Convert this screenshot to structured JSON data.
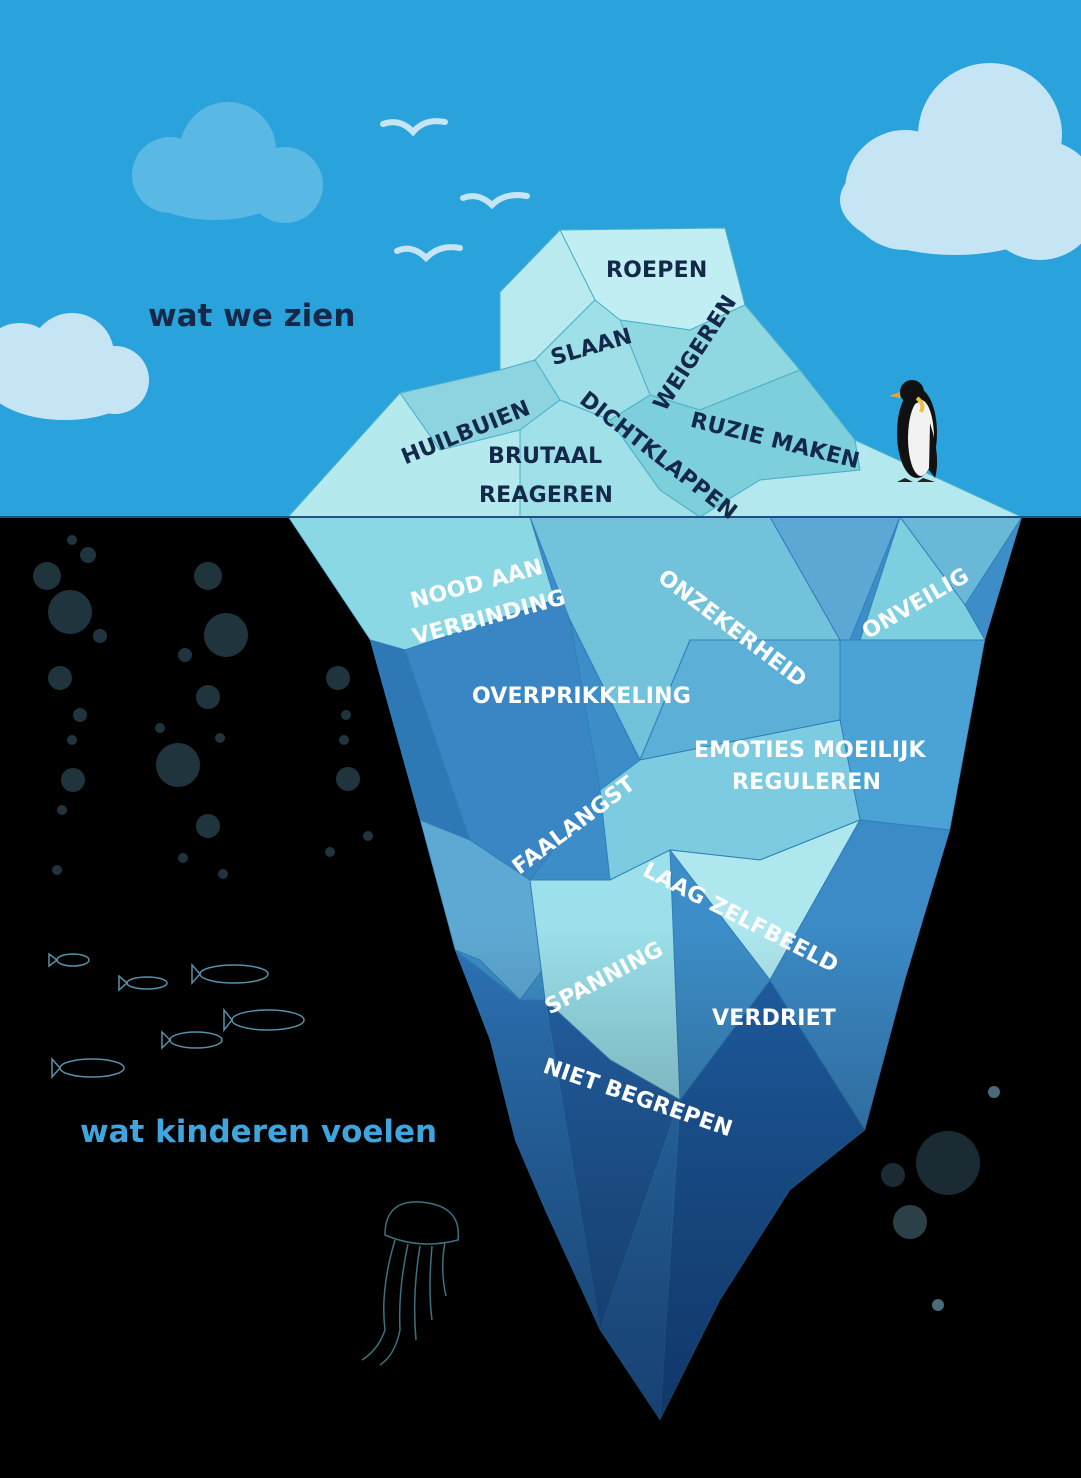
{
  "headings": {
    "above": "wat we zien",
    "below": "wat kinderen voelen"
  },
  "above_water": {
    "labels": [
      "ROEPEN",
      "SLAAN",
      "WEIGEREN",
      "HUILBUIEN",
      "DICHTKLAPPEN",
      "RUZIE MAKEN",
      "BRUTAAL",
      "REAGEREN"
    ]
  },
  "below_water": {
    "labels": [
      "NOOD AAN",
      "VERBINDING",
      "ONZEKERHEID",
      "ONVEILIG",
      "OVERPRIKKELING",
      "EMOTIES MOEILIJK",
      "REGULEREN",
      "FAALANGST",
      "LAAG ZELFBEELD",
      "SPANNING",
      "VERDRIET",
      "NIET BEGREPEN"
    ]
  },
  "colors": {
    "sky": "#2aa3dc",
    "water": "#000000",
    "cloud": "#c5e5f5",
    "heading_above": "#14284a",
    "heading_below": "#3fa5dc",
    "label_above": "#14284a",
    "label_below": "#ffffff"
  },
  "icons": {
    "birds": "seagull-icon",
    "penguin": "penguin-icon",
    "fish": "fish-icon",
    "jellyfish": "jellyfish-icon",
    "bubbles": "bubble-icon"
  }
}
